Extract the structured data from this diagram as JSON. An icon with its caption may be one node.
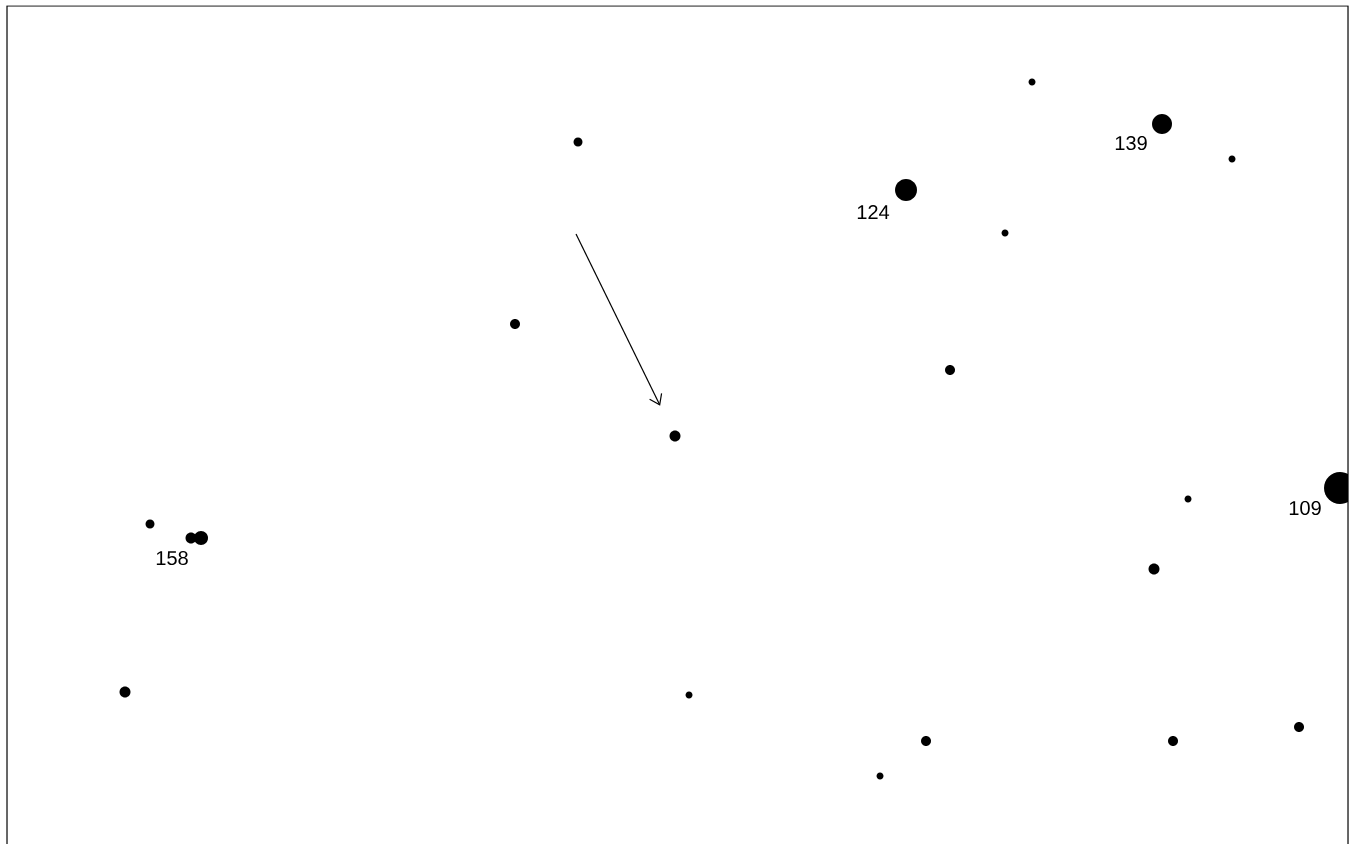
{
  "diagram": {
    "nodes": [
      {
        "text": [],
        "shape": "circle"
      },
      {
        "text": [],
        "shape": "circle",
        "beside": [
          "139"
        ]
      },
      {
        "text": [],
        "shape": "circle"
      },
      {
        "text": [],
        "shape": "circle"
      },
      {
        "text": [],
        "shape": "circle",
        "beside": [
          "124"
        ]
      },
      {
        "text": [],
        "shape": "circle"
      },
      {
        "text": [],
        "shape": "circle"
      },
      {
        "text": [],
        "shape": "circle"
      },
      {
        "text": [],
        "shape": "circle"
      },
      {
        "text": [],
        "shape": "circle",
        "beside": [
          "109"
        ]
      },
      {
        "text": [],
        "shape": "circle"
      },
      {
        "text": [],
        "shape": "circle"
      },
      {
        "text": [],
        "shape": "circle"
      },
      {
        "text": [],
        "shape": "circle",
        "beside": [
          "158"
        ]
      },
      {
        "text": [],
        "shape": "circle"
      },
      {
        "text": [],
        "shape": "circle"
      },
      {
        "text": [],
        "shape": "circle"
      },
      {
        "text": [],
        "shape": "circle"
      },
      {
        "text": [],
        "shape": "circle"
      },
      {
        "text": [],
        "shape": "circle"
      },
      {
        "text": [],
        "shape": "circle"
      }
    ],
    "edges": [
      {
        "from": null,
        "to": 8,
        "arrow": "to"
      }
    ]
  }
}
